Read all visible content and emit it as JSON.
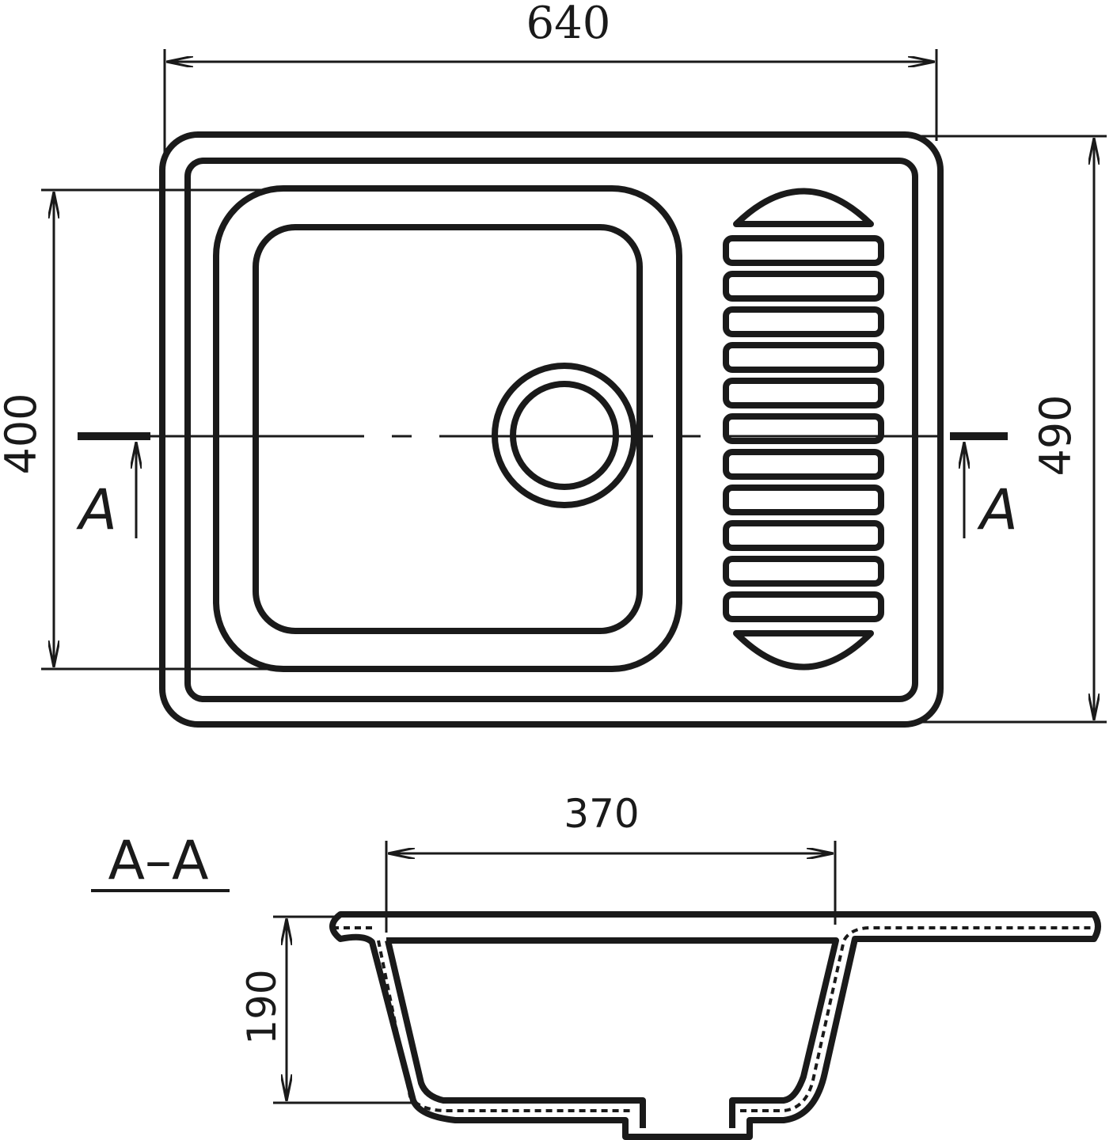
{
  "drawing": {
    "dimensions": {
      "overall_width": "640",
      "overall_depth": "490",
      "bowl_depth_plan": "400",
      "bowl_width_section": "370",
      "bowl_height": "190"
    },
    "section_marker_left": "A",
    "section_marker_right": "A",
    "section_title": "A–A",
    "line_color": "#1a1a1a"
  }
}
